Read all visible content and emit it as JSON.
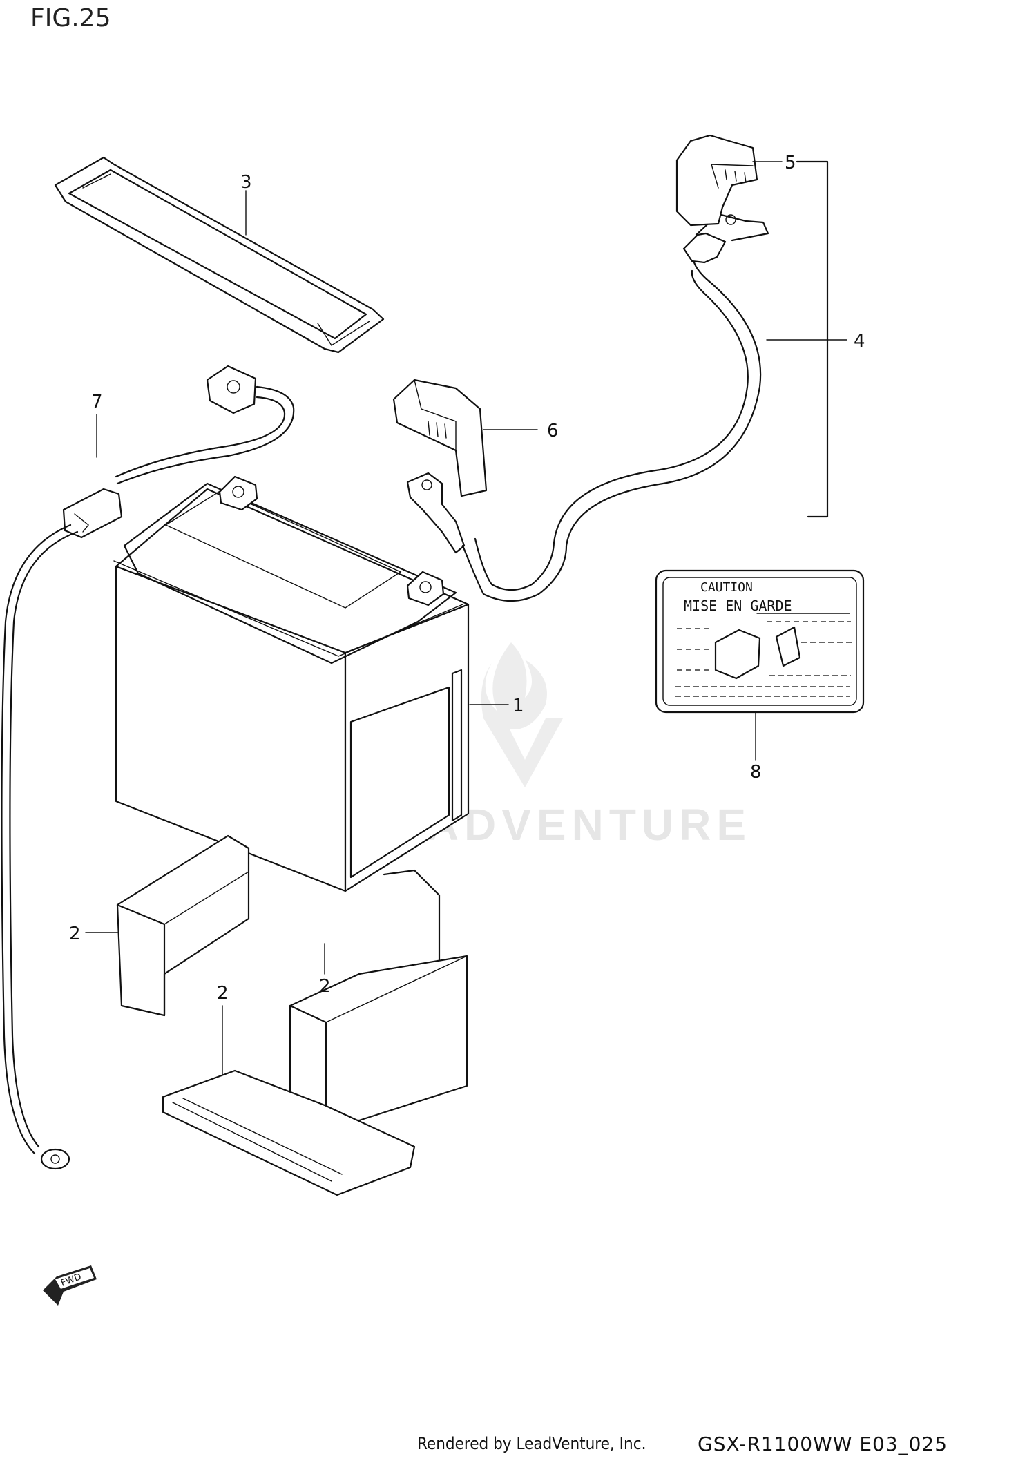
{
  "figure_title": "FIG.25",
  "footer": {
    "credit": "Rendered by LeadVenture, Inc.",
    "model_code": "GSX-R1100WW  E03_025"
  },
  "watermark": "LEADVENTURE",
  "callouts": {
    "battery": "1",
    "spacer_left": "2",
    "spacer_right": "2",
    "spacer_bottom": "2",
    "band": "3",
    "plus_lead": "4",
    "cover_5": "5",
    "cover_6": "6",
    "minus_lead": "7",
    "caution_label": "8"
  },
  "caution_label": {
    "line1": "CAUTION",
    "line2": "MISE EN GARDE"
  },
  "fwd_arrow": "FWD"
}
